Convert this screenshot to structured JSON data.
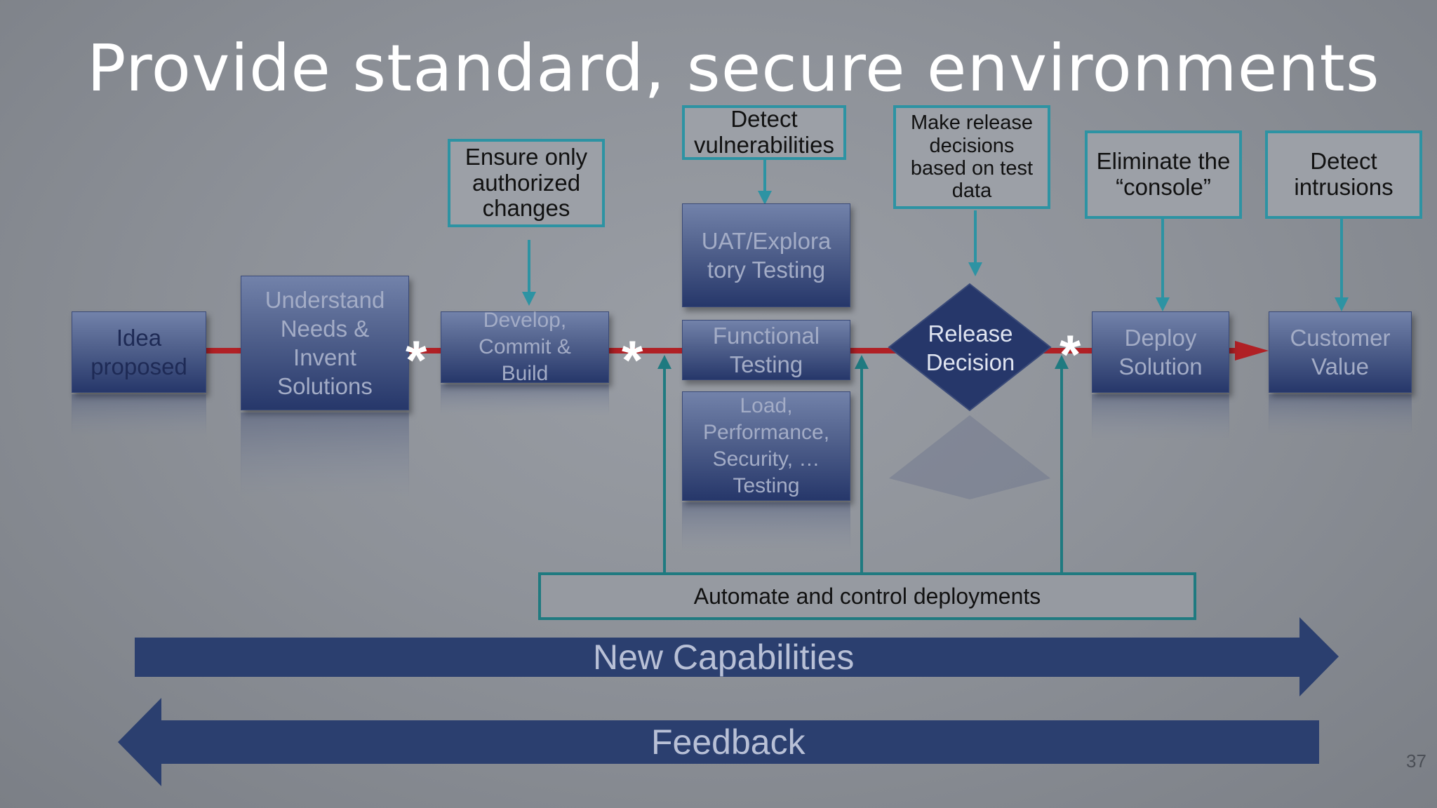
{
  "title": "Provide standard, secure environments",
  "page_number": "37",
  "colors": {
    "background": "#8e9299",
    "process_box": "#3b4b7c",
    "callout_border": "#2d93a3",
    "main_line": "#b02025",
    "connector": "#1f7a80",
    "band": "#2b3f6f"
  },
  "process": {
    "idea": "Idea\nproposed",
    "understand": "Understand\nNeeds &\nInvent\nSolutions",
    "develop": "Develop,\nCommit &\nBuild",
    "uat": "UAT/Explora\ntory Testing",
    "functional": "Functional\nTesting",
    "load": "Load,\nPerformance,\nSecurity, …\nTesting",
    "release": "Release\nDecision",
    "deploy": "Deploy\nSolution",
    "customer": "Customer\nValue"
  },
  "callouts": {
    "authorized": "Ensure only\nauthorized\nchanges",
    "vulnerabilities": "Detect\nvulnerabilities",
    "release_decisions": "Make release\ndecisions\nbased on test\ndata",
    "console": "Eliminate the\n“console”",
    "intrusions": "Detect\nintrusions"
  },
  "automate_label": "Automate and control deployments",
  "stars": [
    "*",
    "*",
    "*"
  ],
  "bands": {
    "new_capabilities": "New Capabilities",
    "feedback": "Feedback"
  }
}
